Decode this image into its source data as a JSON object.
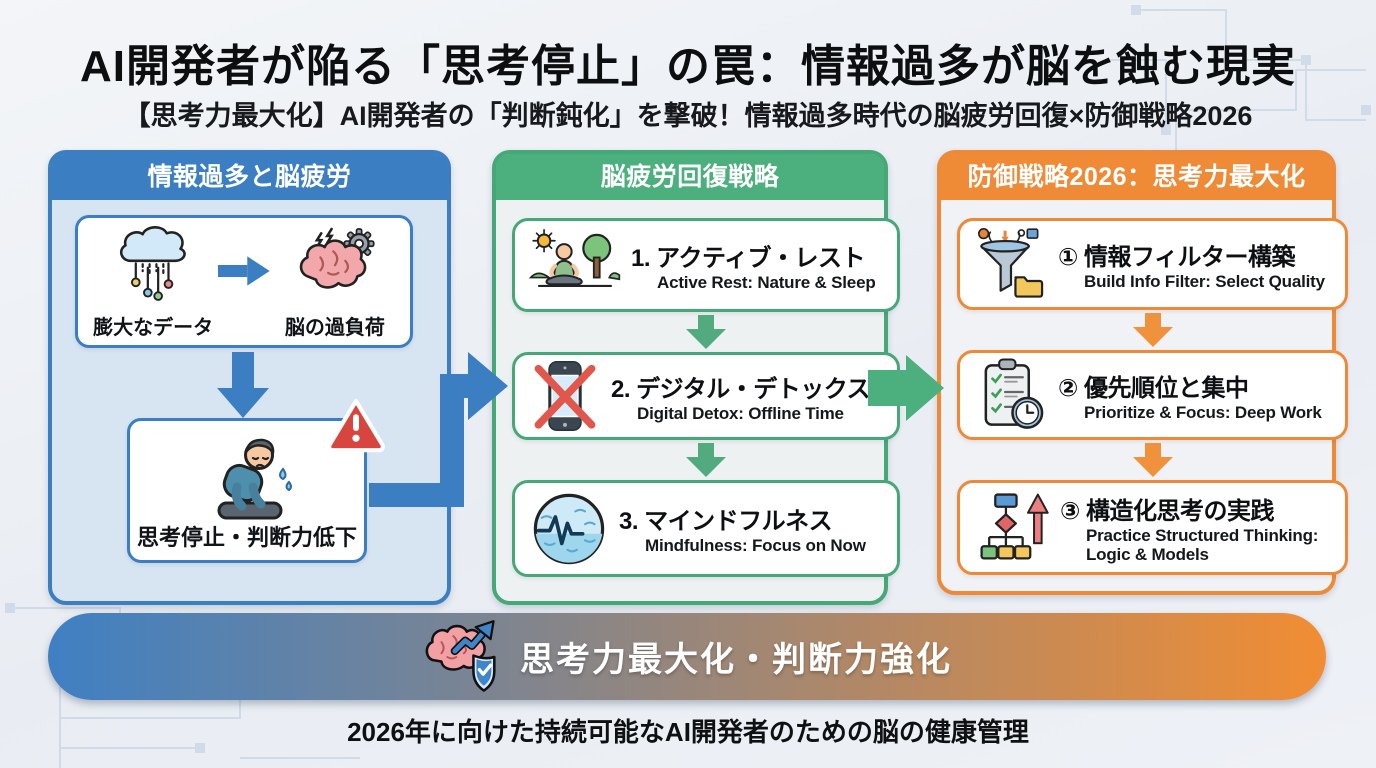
{
  "title": "AI開発者が陥る「思考停止」の罠：情報過多が脳を蝕む現実",
  "subtitle": "【思考力最大化】AI開発者の「判断鈍化」を撃破！情報過多時代の脳疲労回復×防御戦略2026",
  "columns": {
    "overload": {
      "header": "情報過多と脳疲労",
      "accent": "#3b7fc2",
      "card1": {
        "label_left": "膨大なデータ",
        "label_right": "脳の過負荷"
      },
      "card2": {
        "label": "思考停止・判断力低下"
      }
    },
    "recovery": {
      "header": "脳疲労回復戦略",
      "accent": "#4caf7e",
      "items": [
        {
          "title": "1. アクティブ・レスト",
          "subtitle": "Active Rest: Nature & Sleep",
          "icon": "meditation-icon"
        },
        {
          "title": "2. デジタル・デトックス",
          "subtitle": "Digital Detox: Offline Time",
          "icon": "no-phone-icon"
        },
        {
          "title": "3. マインドフルネス",
          "subtitle": "Mindfulness: Focus on Now",
          "icon": "waveform-icon"
        }
      ]
    },
    "defense": {
      "header": "防御戦略2026：思考力最大化",
      "accent": "#ef8a36",
      "items": [
        {
          "title": "① 情報フィルター構築",
          "subtitle": "Build Info Filter: Select Quality",
          "icon": "funnel-icon"
        },
        {
          "title": "② 優先順位と集中",
          "subtitle": "Prioritize & Focus: Deep Work",
          "icon": "checklist-clock-icon"
        },
        {
          "title": "③ 構造化思考の実践",
          "subtitle": "Practice Structured Thinking: Logic & Models",
          "icon": "flowchart-icon"
        }
      ]
    }
  },
  "banner": {
    "label": "思考力最大化・判断力強化",
    "icon": "brain-shield-icon"
  },
  "footer": "2026年に向けた持続可能なAI開発者のための脳の健康管理",
  "icons": [
    "cloud-data-icon",
    "brain-gear-icon",
    "warning-icon",
    "exhausted-person-icon",
    "meditation-icon",
    "no-phone-icon",
    "waveform-icon",
    "funnel-icon",
    "checklist-clock-icon",
    "flowchart-icon",
    "brain-shield-icon"
  ],
  "colors": {
    "blue": "#3b7fc2",
    "green": "#4caf7e",
    "orange": "#ef8a36",
    "banner_gradient": [
      "#3f80c3",
      "#f18d33"
    ],
    "warning_red": "#d8453e"
  }
}
